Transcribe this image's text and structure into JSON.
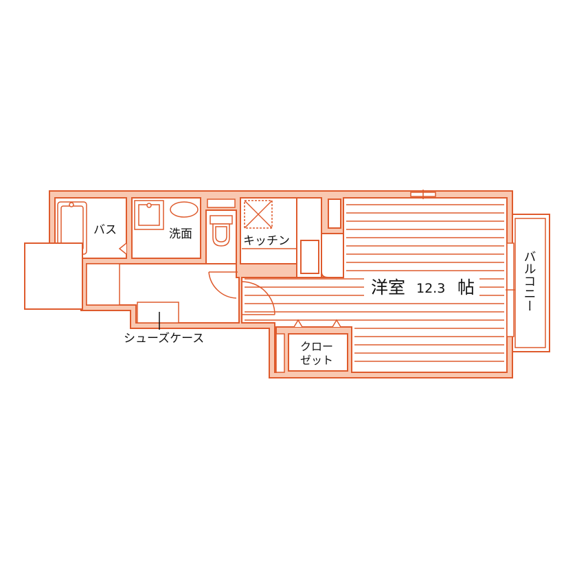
{
  "colors": {
    "line": "#de5a2c",
    "wall_fill": "#f9c8b1",
    "background": "#ffffff",
    "text": "#111111"
  },
  "labels": {
    "bath": "バス",
    "washroom": "洗面",
    "kitchen": "キッチン",
    "western_room_name": "洋室",
    "western_room_size": "12.3",
    "western_room_unit": "帖",
    "closet_line1": "クロー",
    "closet_line2": "ゼット",
    "balcony": "バルコニー",
    "shoe_case": "シューズケース"
  }
}
